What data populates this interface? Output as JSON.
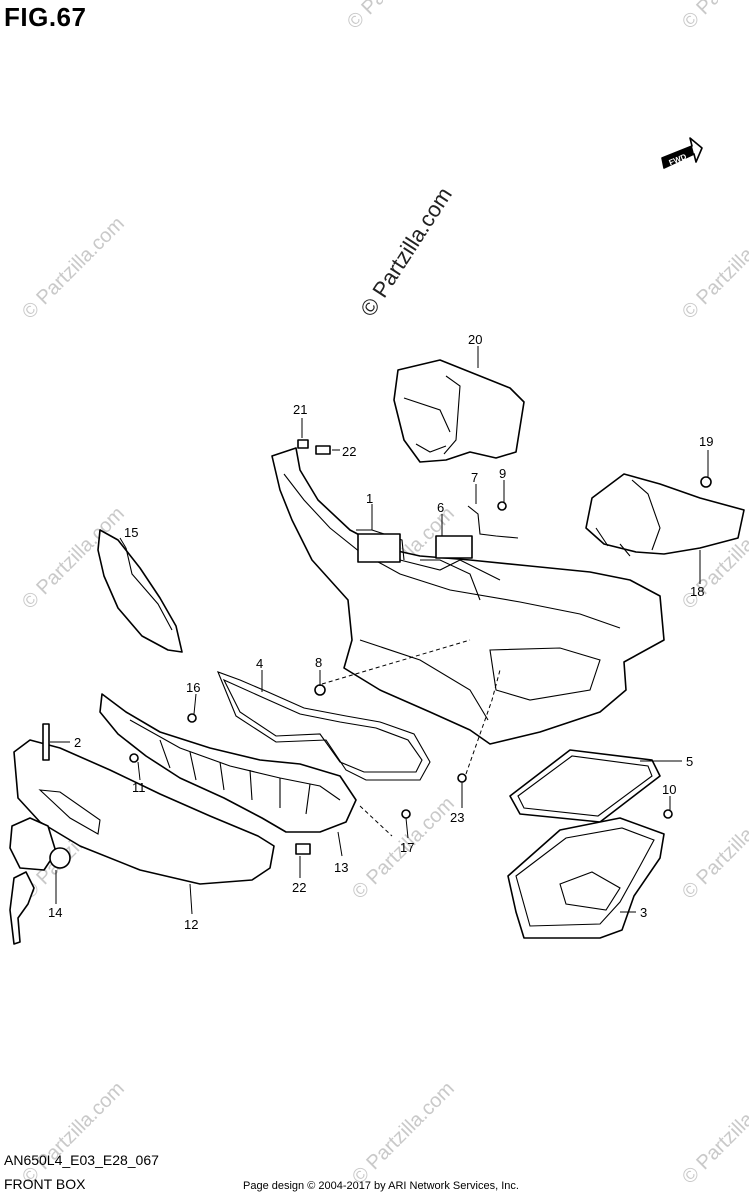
{
  "figure": {
    "title": "FIG.67",
    "code": "AN650L4_E03_E28_067",
    "subtitle": "FRONT BOX",
    "fwd_label": "FWD"
  },
  "watermarks": {
    "center": "© Partzilla.com",
    "repeat": "© Partzilla.com"
  },
  "footer": {
    "copyright": "Page design © 2004-2017 by ARI Network Services, Inc."
  },
  "callouts": [
    "1",
    "2",
    "3",
    "4",
    "5",
    "6",
    "7",
    "8",
    "9",
    "10",
    "11",
    "12",
    "13",
    "14",
    "15",
    "16",
    "17",
    "18",
    "19",
    "20",
    "21",
    "22",
    "22",
    "23"
  ]
}
